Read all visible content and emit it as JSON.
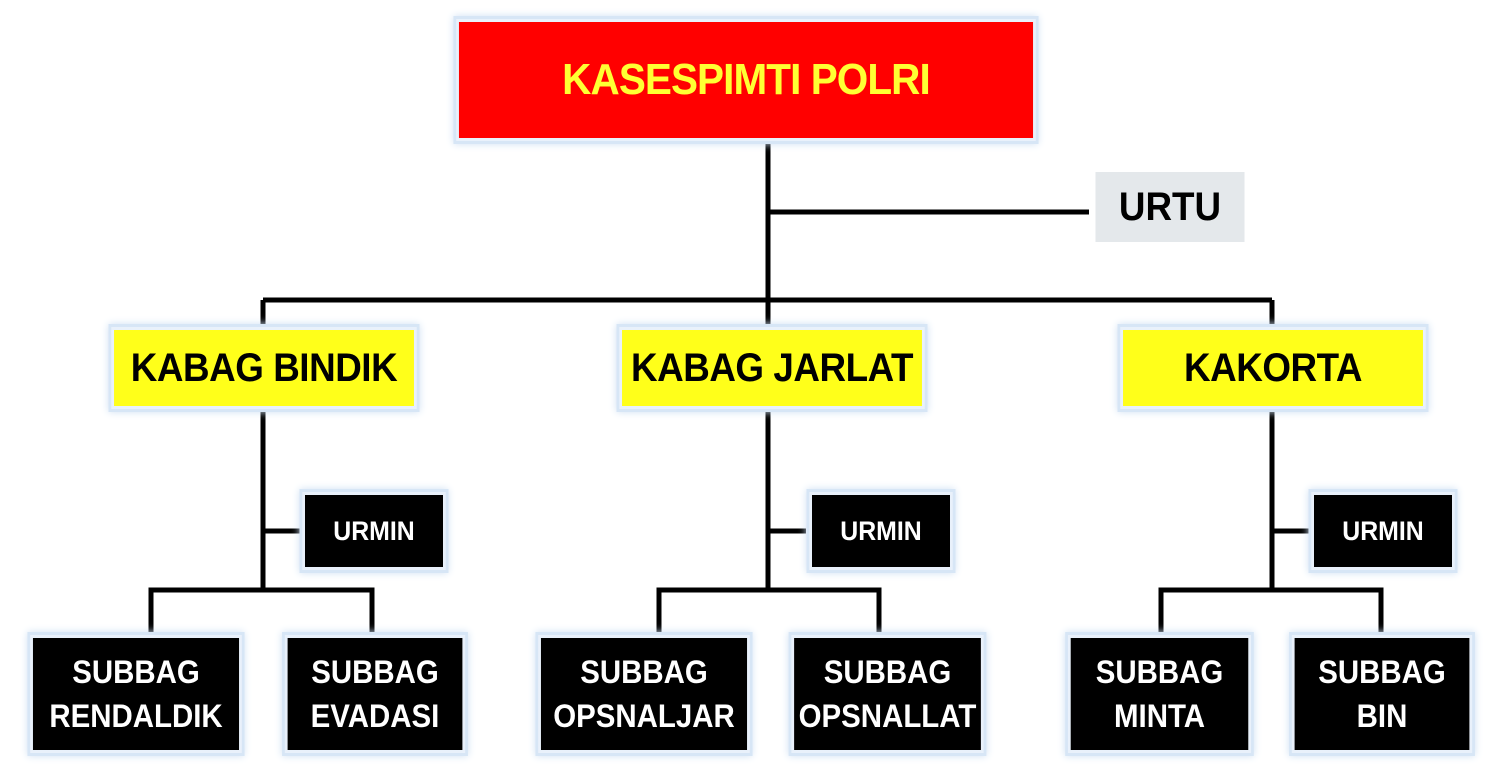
{
  "chart": {
    "top": {
      "label": "KASESPIMTI POLRI",
      "color": "#ff0000",
      "text_color": "#ffff33"
    },
    "staff": {
      "label": "URTU",
      "color": "#e4e8eb"
    },
    "divisions": [
      {
        "label": "KABAG BINDIK",
        "admin": "URMIN",
        "units": [
          {
            "line1": "SUBBAG",
            "line2": "RENDALDIK"
          },
          {
            "line1": "SUBBAG",
            "line2": "EVADASI"
          }
        ]
      },
      {
        "label": "KABAG JARLAT",
        "admin": "URMIN",
        "units": [
          {
            "line1": "SUBBAG",
            "line2": "OPSNALJAR"
          },
          {
            "line1": "SUBBAG",
            "line2": "OPSNALLAT"
          }
        ]
      },
      {
        "label": "KAKORTA",
        "admin": "URMIN",
        "units": [
          {
            "line1": "SUBBAG",
            "line2": "MINTA"
          },
          {
            "line1": "SUBBAG",
            "line2": "BIN"
          }
        ]
      }
    ],
    "division_color": "#ffff1a",
    "unit_color": "#000000"
  }
}
